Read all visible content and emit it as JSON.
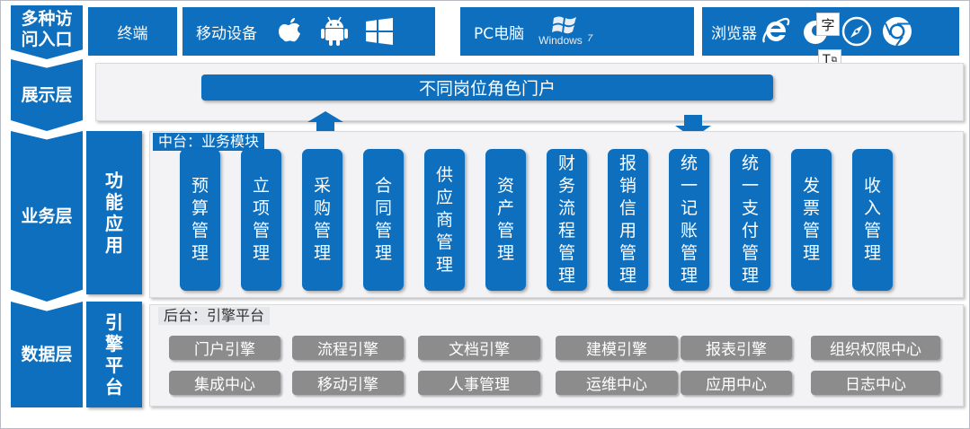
{
  "layers": {
    "access": "多种访问入口",
    "display": "展示层",
    "business": "业务层",
    "data": "数据层"
  },
  "terminals": {
    "label": "终端",
    "mobile": {
      "label": "移动设备",
      "icons": [
        "apple-icon",
        "android-icon",
        "windows-icon"
      ]
    },
    "pc": {
      "label": "PC电脑",
      "os_logo_text": "Windows",
      "os_logo_version": "7"
    },
    "browser": {
      "label": "浏览器",
      "icons": [
        "ie-icon",
        "firefox-icon",
        "safari-icon",
        "chrome-icon"
      ]
    }
  },
  "overlay_popup": {
    "char_button": "字",
    "text_button": "T"
  },
  "display_layer": {
    "portal": "不同岗位角色门户"
  },
  "business_layer": {
    "side_label": "功能应用",
    "section_title": "中台：业务模块",
    "modules": [
      "预算管理",
      "立项管理",
      "采购管理",
      "合同管理",
      "供应商管理",
      "资产管理",
      "财务流程管理",
      "报销信用管理",
      "统一记账管理",
      "统一支付管理",
      "发票管理",
      "收入管理"
    ]
  },
  "data_layer": {
    "side_label": "引擎平台",
    "section_title": "后台：引擎平台",
    "row1": [
      "门户引擎",
      "流程引擎",
      "文档引擎",
      "建模引擎",
      "报表引擎",
      "组织权限中心"
    ],
    "row2": [
      "集成中心",
      "移动引擎",
      "人事管理",
      "运维中心",
      "应用中心",
      "日志中心"
    ]
  },
  "colors": {
    "primary_blue": "#0d6fbe",
    "engine_gray": "#8c8c8c",
    "panel_bg": "#f3f3f5"
  }
}
